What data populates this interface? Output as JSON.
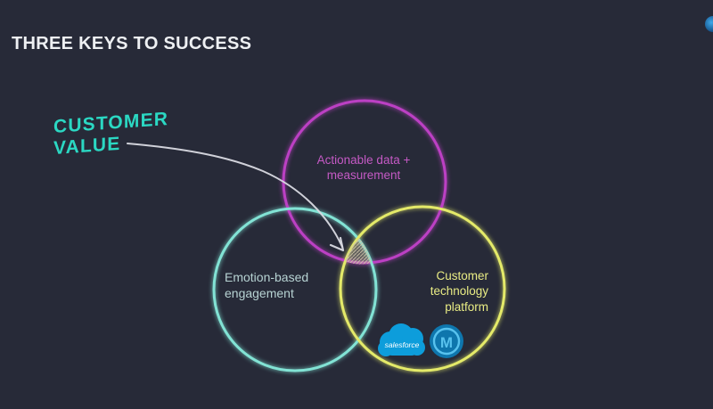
{
  "slide": {
    "title": "THREE KEYS TO SUCCESS",
    "background_color": "#272a38",
    "title_color": "#eef0f3"
  },
  "annotation": {
    "label": "CUSTOMER\nVALUE",
    "color": "#2bd8c3",
    "arrow_color": "#d9dae2",
    "arrow_target": "triple-overlap-center"
  },
  "venn": {
    "overlap_fill": "#c2b79a",
    "circles": [
      {
        "name": "actionable-data-measurement",
        "label": "Actionable data +\nmeasurement",
        "stroke": "#bc40c4",
        "text_color": "#c55ac5"
      },
      {
        "name": "emotion-based-engagement",
        "label": "Emotion-based\nengagement",
        "stroke": "#82e3d5",
        "text_color": "#b7d3d3"
      },
      {
        "name": "customer-technology-platform",
        "label": "Customer\ntechnology\nplatform",
        "stroke": "#e4ea69",
        "text_color": "#e9ec84"
      }
    ]
  },
  "logos": {
    "salesforce": {
      "label": "salesforce",
      "cloud_color": "#0d9ddb",
      "text_color": "#ffffff"
    },
    "mulesoft": {
      "monogram": "M",
      "disc_color": "#0e76ad",
      "accent_color": "#58c2ee"
    }
  },
  "misc": {
    "corner_dot_color": "#2f9be0"
  }
}
